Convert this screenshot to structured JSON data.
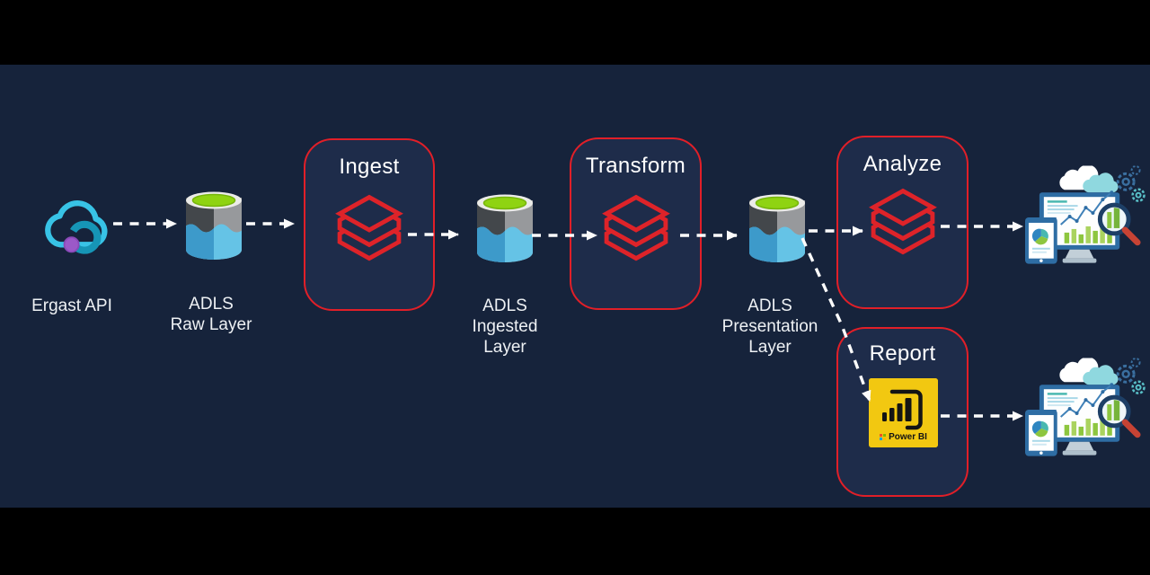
{
  "diagram": {
    "type": "data-pipeline-flow",
    "stages": {
      "source": {
        "label": "Ergast API",
        "icon": "api-cloud-icon"
      },
      "raw": {
        "label_lines": [
          "ADLS",
          "Raw Layer"
        ],
        "icon": "adls-cylinder-icon"
      },
      "ingest": {
        "title": "Ingest",
        "icon": "databricks-icon"
      },
      "ingested": {
        "label_lines": [
          "ADLS",
          "Ingested",
          "Layer"
        ],
        "icon": "adls-cylinder-icon"
      },
      "transform": {
        "title": "Transform",
        "icon": "databricks-icon"
      },
      "presentation": {
        "label_lines": [
          "ADLS",
          "Presentation",
          "Layer"
        ],
        "icon": "adls-cylinder-icon"
      },
      "analyze": {
        "title": "Analyze",
        "icon": "databricks-icon"
      },
      "report": {
        "title": "Report",
        "icon": "powerbi-icon",
        "icon_caption": "Power BI"
      },
      "consumption": {
        "icon": "analytics-dashboard-illustration",
        "count": 2
      }
    },
    "edges": [
      {
        "from": "source",
        "to": "raw"
      },
      {
        "from": "raw",
        "to": "ingest"
      },
      {
        "from": "ingest",
        "to": "ingested"
      },
      {
        "from": "ingested",
        "to": "transform"
      },
      {
        "from": "transform",
        "to": "presentation"
      },
      {
        "from": "presentation",
        "to": "analyze"
      },
      {
        "from": "analyze",
        "to": "consumption-top"
      },
      {
        "from": "presentation",
        "to": "report"
      },
      {
        "from": "report",
        "to": "consumption-bottom"
      }
    ],
    "colors": {
      "stage_background": "#16233b",
      "letterbox": "#000000",
      "box_fill": "#1e2c4a",
      "box_border_red": "#e11f28",
      "databricks_red": "#de2329",
      "arrow_white": "#fbfbfb",
      "powerbi_yellow": "#f2c811",
      "adls_green": "#8fd312",
      "adls_blue": "#65c3e6",
      "cloud_cyan": "#38c3e6"
    }
  }
}
